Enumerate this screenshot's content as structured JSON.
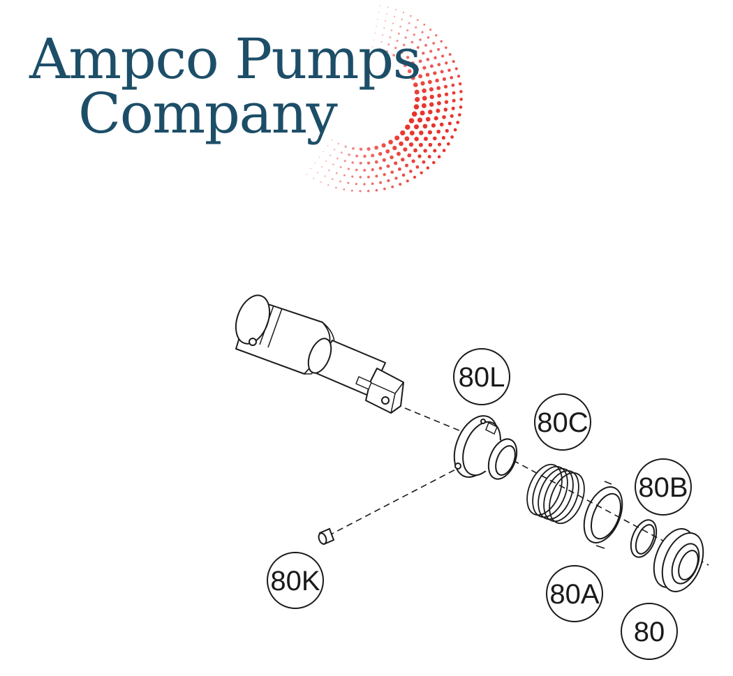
{
  "logo": {
    "line1": "Ampco Pumps",
    "line2": "Company",
    "text_color": "#1d4e68",
    "dot_color": "#e8332c"
  },
  "callouts": [
    {
      "id": "80L",
      "label": "80L"
    },
    {
      "id": "80C",
      "label": "80C"
    },
    {
      "id": "80B",
      "label": "80B"
    },
    {
      "id": "80K",
      "label": "80K"
    },
    {
      "id": "80A",
      "label": "80A"
    },
    {
      "id": "80",
      "label": "80"
    }
  ],
  "line_color": "#1a1a1a"
}
